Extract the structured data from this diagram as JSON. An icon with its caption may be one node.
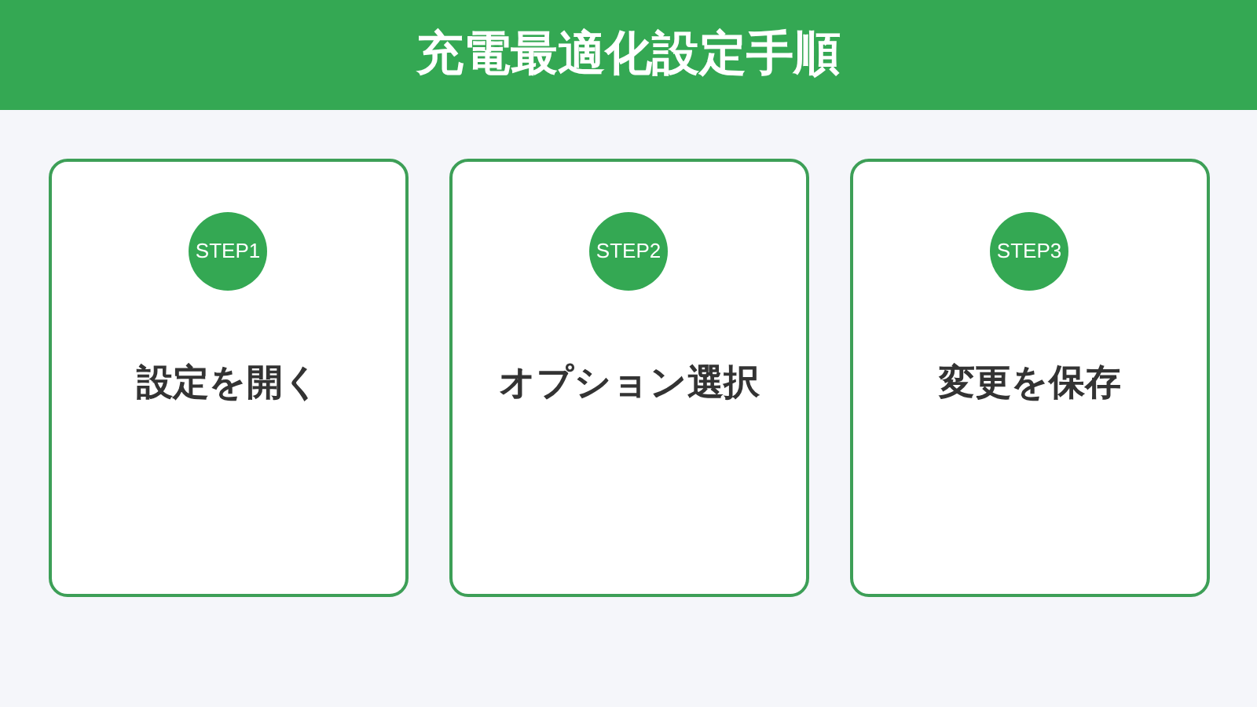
{
  "diagram": {
    "title": "充電最適化設定手順",
    "nodes": [
      {
        "text": [
          "設定を開く"
        ]
      },
      {
        "text": [
          "STEP1"
        ],
        "in": 0
      },
      {
        "text": [
          "オプション選択"
        ]
      },
      {
        "text": [
          "STEP2"
        ],
        "in": 2
      },
      {
        "text": [
          "変更を保存"
        ]
      },
      {
        "text": [
          "STEP3"
        ],
        "in": 4
      }
    ]
  }
}
